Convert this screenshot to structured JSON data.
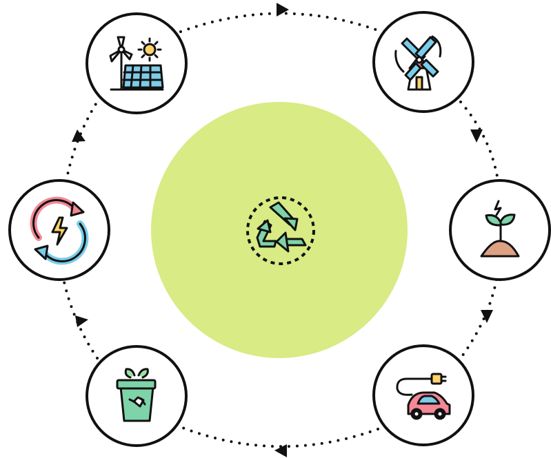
{
  "diagram": {
    "type": "cycle",
    "center": {
      "icon": "recycle-icon",
      "fill_color": "#d8eb84"
    },
    "nodes": [
      {
        "id": "renewable",
        "icon": "solar-wind-icon"
      },
      {
        "id": "windmill",
        "icon": "windmill-icon"
      },
      {
        "id": "plant",
        "icon": "plant-sprout-icon"
      },
      {
        "id": "ev",
        "icon": "electric-car-icon"
      },
      {
        "id": "compost",
        "icon": "compost-bin-icon"
      },
      {
        "id": "energy",
        "icon": "renewable-energy-icon"
      }
    ],
    "connector_style": "dotted",
    "colors": {
      "outline": "#111111",
      "green": "#7fd3a9",
      "red": "#f38896",
      "blue": "#79cdea",
      "soil": "#dda283",
      "yellow": "#ffd36b"
    }
  }
}
